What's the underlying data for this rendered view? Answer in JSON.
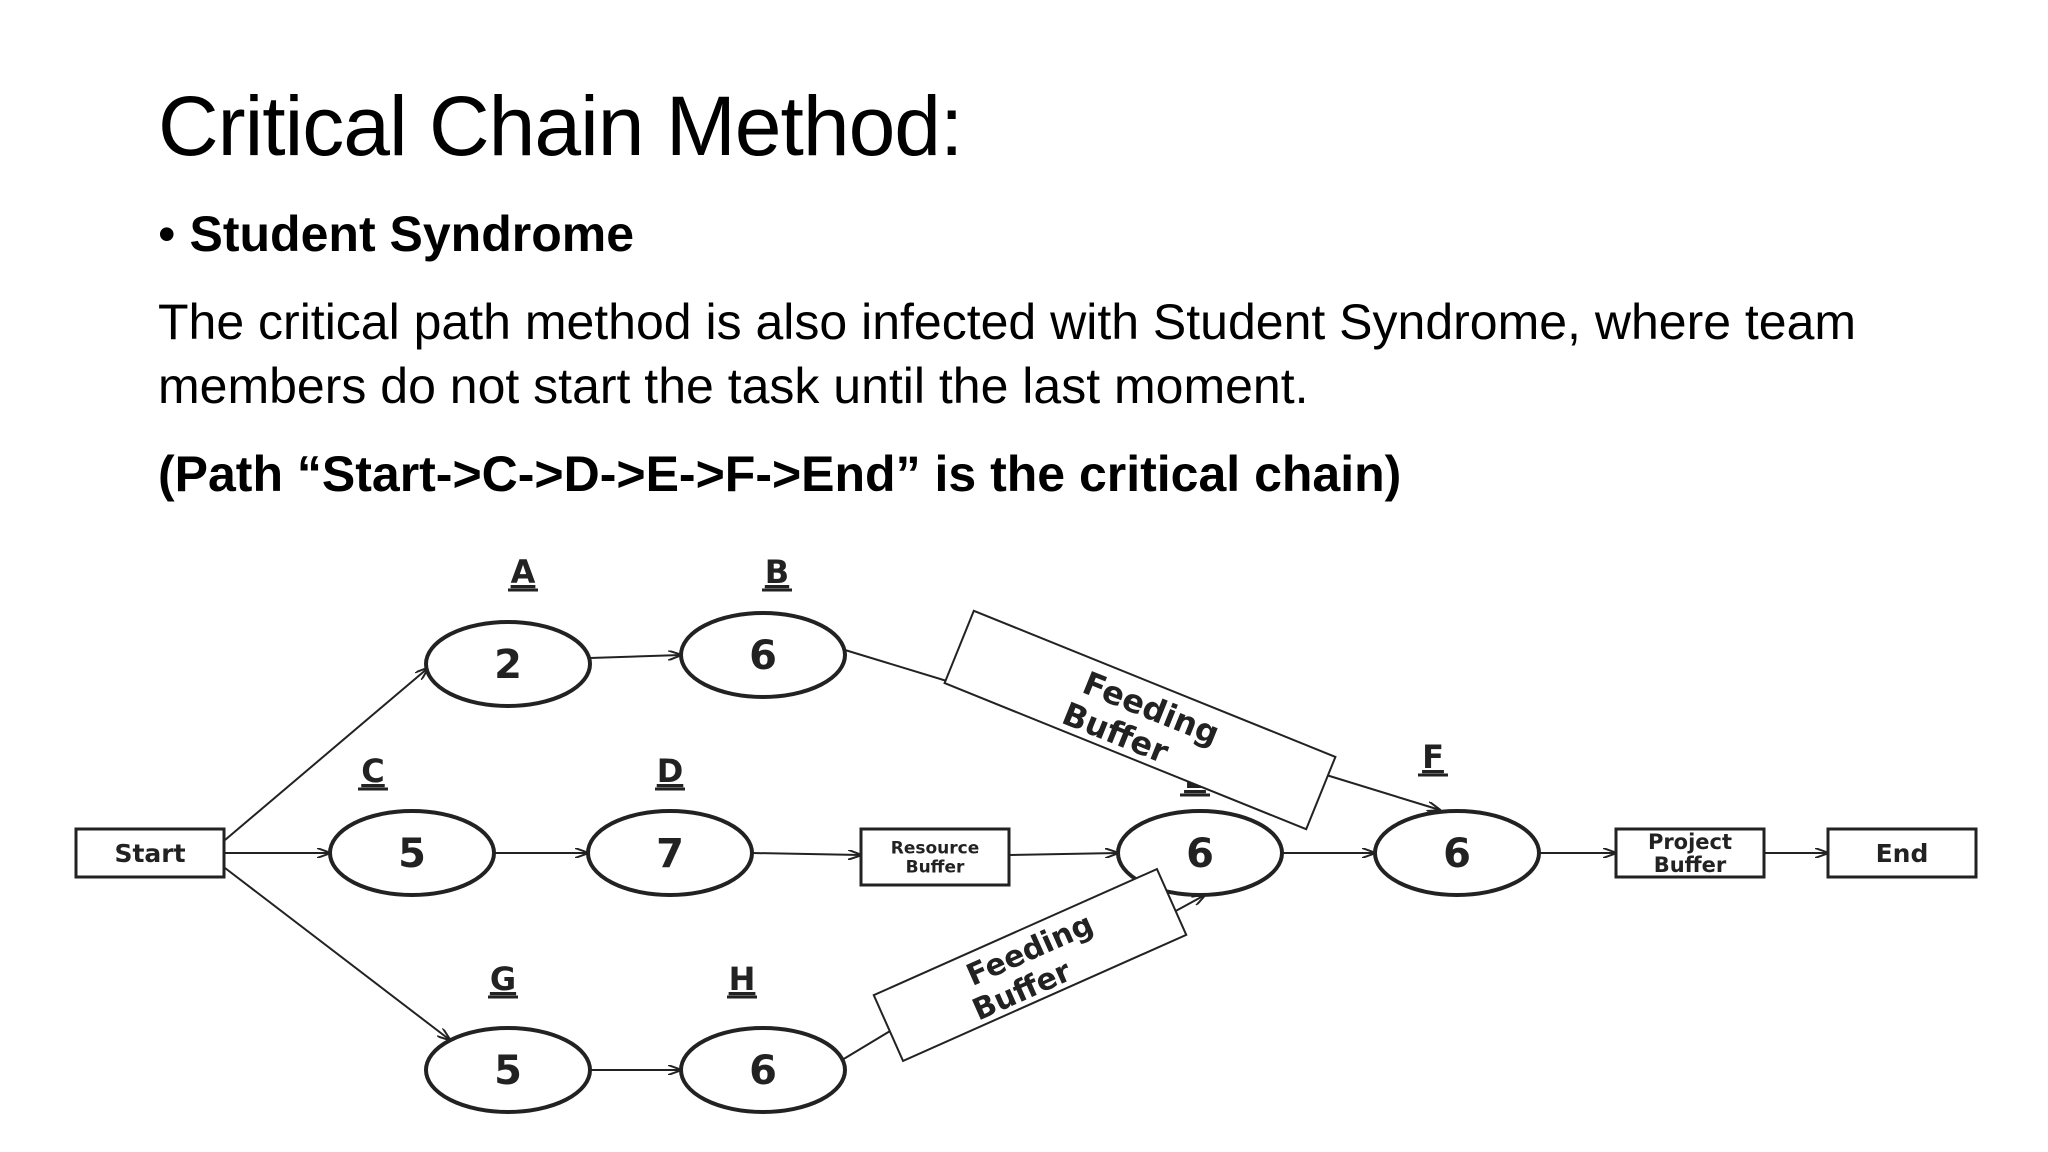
{
  "slide": {
    "title": "Critical Chain Method:",
    "bullet_glyph": "•",
    "bullet": "Student Syndrome",
    "body": "The critical path method is also infected with Student Syndrome, where team members do not start the task until the last moment.",
    "chain_note": "(Path “Start->C->D->E->F->End” is the critical chain)"
  },
  "diagram": {
    "colors": {
      "stroke": "#222222",
      "fill": "#ffffff"
    },
    "boxes": [
      {
        "id": "start",
        "lines": [
          "Start"
        ]
      },
      {
        "id": "resource-buffer",
        "lines": [
          "Resource",
          "Buffer"
        ]
      },
      {
        "id": "project-buffer",
        "lines": [
          "Project",
          "Buffer"
        ]
      },
      {
        "id": "end",
        "lines": [
          "End"
        ]
      }
    ],
    "tasks": [
      {
        "id": "A",
        "label": "A",
        "duration": "2"
      },
      {
        "id": "B",
        "label": "B",
        "duration": "6"
      },
      {
        "id": "C",
        "label": "C",
        "duration": "5"
      },
      {
        "id": "D",
        "label": "D",
        "duration": "7"
      },
      {
        "id": "E",
        "label": "E",
        "duration": "6"
      },
      {
        "id": "F",
        "label": "F",
        "duration": "6"
      },
      {
        "id": "G",
        "label": "G",
        "duration": "5"
      },
      {
        "id": "H",
        "label": "H",
        "duration": "6"
      }
    ],
    "feeding_buffers": [
      {
        "id": "fb-top",
        "lines": [
          "Feeding",
          "Buffer"
        ]
      },
      {
        "id": "fb-bottom",
        "lines": [
          "Feeding",
          "Buffer"
        ]
      }
    ],
    "edges": [
      [
        "start",
        "A"
      ],
      [
        "start",
        "C"
      ],
      [
        "start",
        "G"
      ],
      [
        "A",
        "B"
      ],
      [
        "C",
        "D"
      ],
      [
        "D",
        "resource-buffer"
      ],
      [
        "resource-buffer",
        "E"
      ],
      [
        "E",
        "F"
      ],
      [
        "F",
        "project-buffer"
      ],
      [
        "project-buffer",
        "end"
      ],
      [
        "G",
        "H"
      ],
      [
        "B",
        "fb-top"
      ],
      [
        "fb-top",
        "F"
      ],
      [
        "H",
        "fb-bottom"
      ],
      [
        "fb-bottom",
        "E"
      ]
    ]
  }
}
